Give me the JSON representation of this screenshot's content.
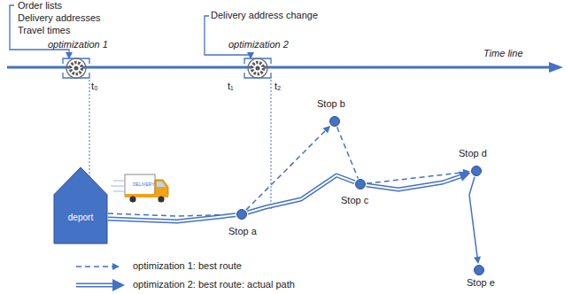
{
  "diagram": {
    "nodes": [
      {
        "text": [
          "deport"
        ]
      },
      {
        "text": [
          "Stop a"
        ]
      },
      {
        "text": [
          "Stop b"
        ]
      },
      {
        "text": [
          "Stop c"
        ]
      },
      {
        "text": [
          "Stop d"
        ]
      },
      {
        "text": [
          "Stop e"
        ]
      }
    ],
    "edges": [
      {
        "from": 0,
        "to": 1,
        "arrow": "none"
      },
      {
        "from": 1,
        "to": 2,
        "arrow": "to"
      },
      {
        "from": 2,
        "to": 3,
        "arrow": "none"
      },
      {
        "from": 3,
        "to": 4,
        "arrow": "to"
      },
      {
        "from": 0,
        "to": 1,
        "arrow": "none"
      },
      {
        "from": 1,
        "to": 3,
        "arrow": "none"
      },
      {
        "from": 3,
        "to": 4,
        "arrow": "to"
      },
      {
        "from": 4,
        "to": 5,
        "arrow": "to"
      }
    ],
    "labels": [
      "Order lists",
      "Delivery addresses",
      "Travel times",
      "optimization 1",
      "t₀",
      "Delivery address change",
      "optimization 2",
      "t₁",
      "t₂",
      "Time line",
      "DELIVERY"
    ],
    "legend": [
      {
        "text": "optimization 1: best route"
      },
      {
        "text": "optimization 2: best route: actual path"
      }
    ]
  }
}
